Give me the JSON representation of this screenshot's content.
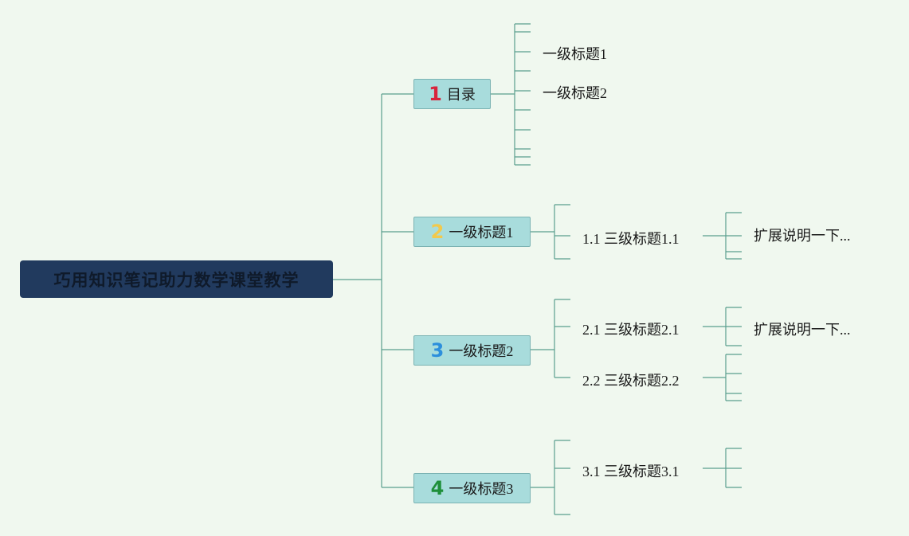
{
  "root": {
    "title": "巧用知识笔记助力数学课堂教学"
  },
  "branches": [
    {
      "number": "1",
      "number_color": "#d8243c",
      "label": "目录",
      "items": [
        "一级标题1",
        "一级标题2"
      ]
    },
    {
      "number": "2",
      "number_color": "#f2c94c",
      "label": "一级标题1",
      "subs": [
        {
          "label": "1.1 三级标题1.1",
          "note": "扩展说明一下..."
        }
      ]
    },
    {
      "number": "3",
      "number_color": "#2d8fdc",
      "label": "一级标题2",
      "subs": [
        {
          "label": "2.1 三级标题2.1",
          "note": "扩展说明一下..."
        },
        {
          "label": "2.2 三级标题2.2"
        }
      ]
    },
    {
      "number": "4",
      "number_color": "#1e8f3a",
      "label": "一级标题3",
      "subs": [
        {
          "label": "3.1 三级标题3.1"
        }
      ]
    }
  ],
  "colors": {
    "line": "#5a9e8e",
    "branch_fill": "#a8dcdc",
    "root_fill": "#213a5e",
    "background": "#f0f8ef"
  }
}
